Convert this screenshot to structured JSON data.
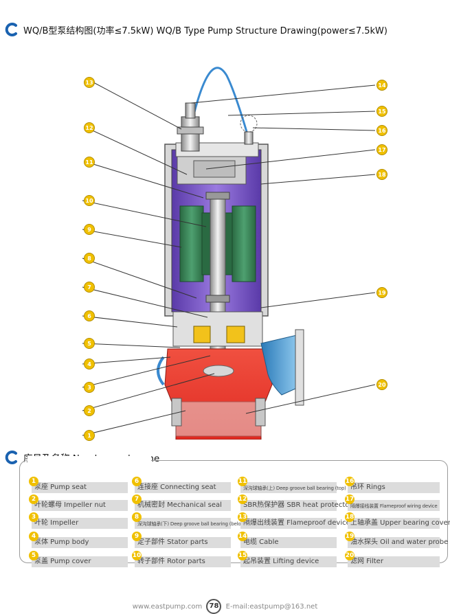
{
  "header": {
    "title": "WQ/B型泵结构图(功率≤7.5kW) WQ/B Type Pump Structure Drawing(power≤7.5kW)",
    "icon": "c-ring-icon"
  },
  "callouts_left": [
    "13",
    "12",
    "11",
    "10",
    "9",
    "8",
    "7",
    "6",
    "5",
    "4",
    "3",
    "2",
    "1"
  ],
  "callouts_right": [
    "14",
    "15",
    "16",
    "17",
    "18",
    "19",
    "20"
  ],
  "section2": {
    "title": "序号及名称 Number and name"
  },
  "legend": [
    {
      "num": "1",
      "text": "泵座 Pump seat"
    },
    {
      "num": "2",
      "text": "叶轮螺母 Impeller nut"
    },
    {
      "num": "3",
      "text": "叶轮 Impeller"
    },
    {
      "num": "4",
      "text": "泵体 Pump body"
    },
    {
      "num": "5",
      "text": "泵盖 Pump cover"
    },
    {
      "num": "6",
      "text": "连接座 Connecting seat"
    },
    {
      "num": "7",
      "text": "机械密封 Mechanical seal"
    },
    {
      "num": "8",
      "text": "深沟球轴承(下) Deep groove ball bearing (below)"
    },
    {
      "num": "9",
      "text": "定子部件 Stator parts"
    },
    {
      "num": "10",
      "text": "转子部件 Rotor parts"
    },
    {
      "num": "11",
      "text": "深沟球轴承(上) Deep groove ball bearing (top)"
    },
    {
      "num": "12",
      "text": "SBR热保护器 SBR heat protector"
    },
    {
      "num": "13",
      "text": "隔爆出线装置 Flameproof device"
    },
    {
      "num": "14",
      "text": "电缆 Cable"
    },
    {
      "num": "15",
      "text": "起吊装置 Lifting device"
    },
    {
      "num": "16",
      "text": "吊环 Rings"
    },
    {
      "num": "17",
      "text": "隔爆接线装置 Flameproof wiring device"
    },
    {
      "num": "18",
      "text": "上轴承盖 Upper bearing cover"
    },
    {
      "num": "19",
      "text": "油水探头 Oil and water probe"
    },
    {
      "num": "20",
      "text": "滤网 Filter"
    }
  ],
  "footer": {
    "left": "www.eastpump.com",
    "page": "78",
    "right": "E-mail:eastpump@163.net"
  },
  "colors": {
    "accent": "#1a62b0",
    "badge": "#f0c000",
    "motor_purple": "#7a56c8",
    "stator_green": "#3c8a5a",
    "pump_red": "#e83a30",
    "discharge_blue": "#4a9bd0",
    "seal_yellow": "#f2c21b"
  }
}
